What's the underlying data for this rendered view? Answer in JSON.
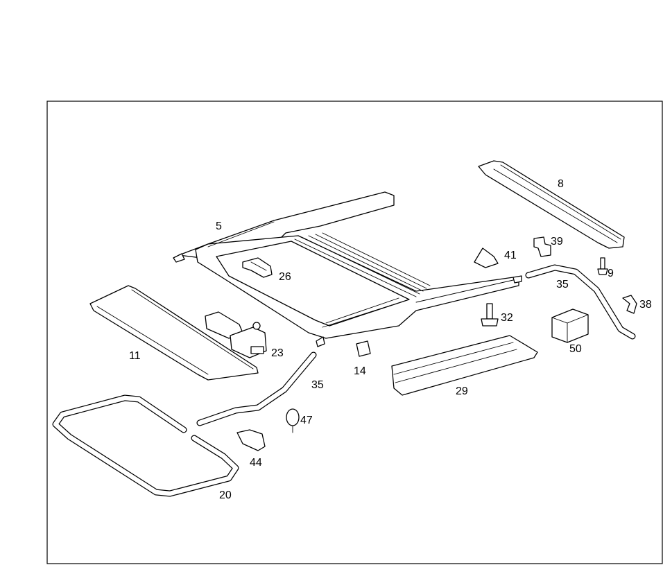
{
  "callouts": {
    "c5": "5",
    "c8": "8",
    "c9": "9",
    "c11": "11",
    "c14": "14",
    "c20": "20",
    "c23": "23",
    "c26": "26",
    "c29": "29",
    "c32": "32",
    "c35a": "35",
    "c35b": "35",
    "c38": "38",
    "c39": "39",
    "c41": "41",
    "c44": "44",
    "c47": "47",
    "c50": "50"
  }
}
